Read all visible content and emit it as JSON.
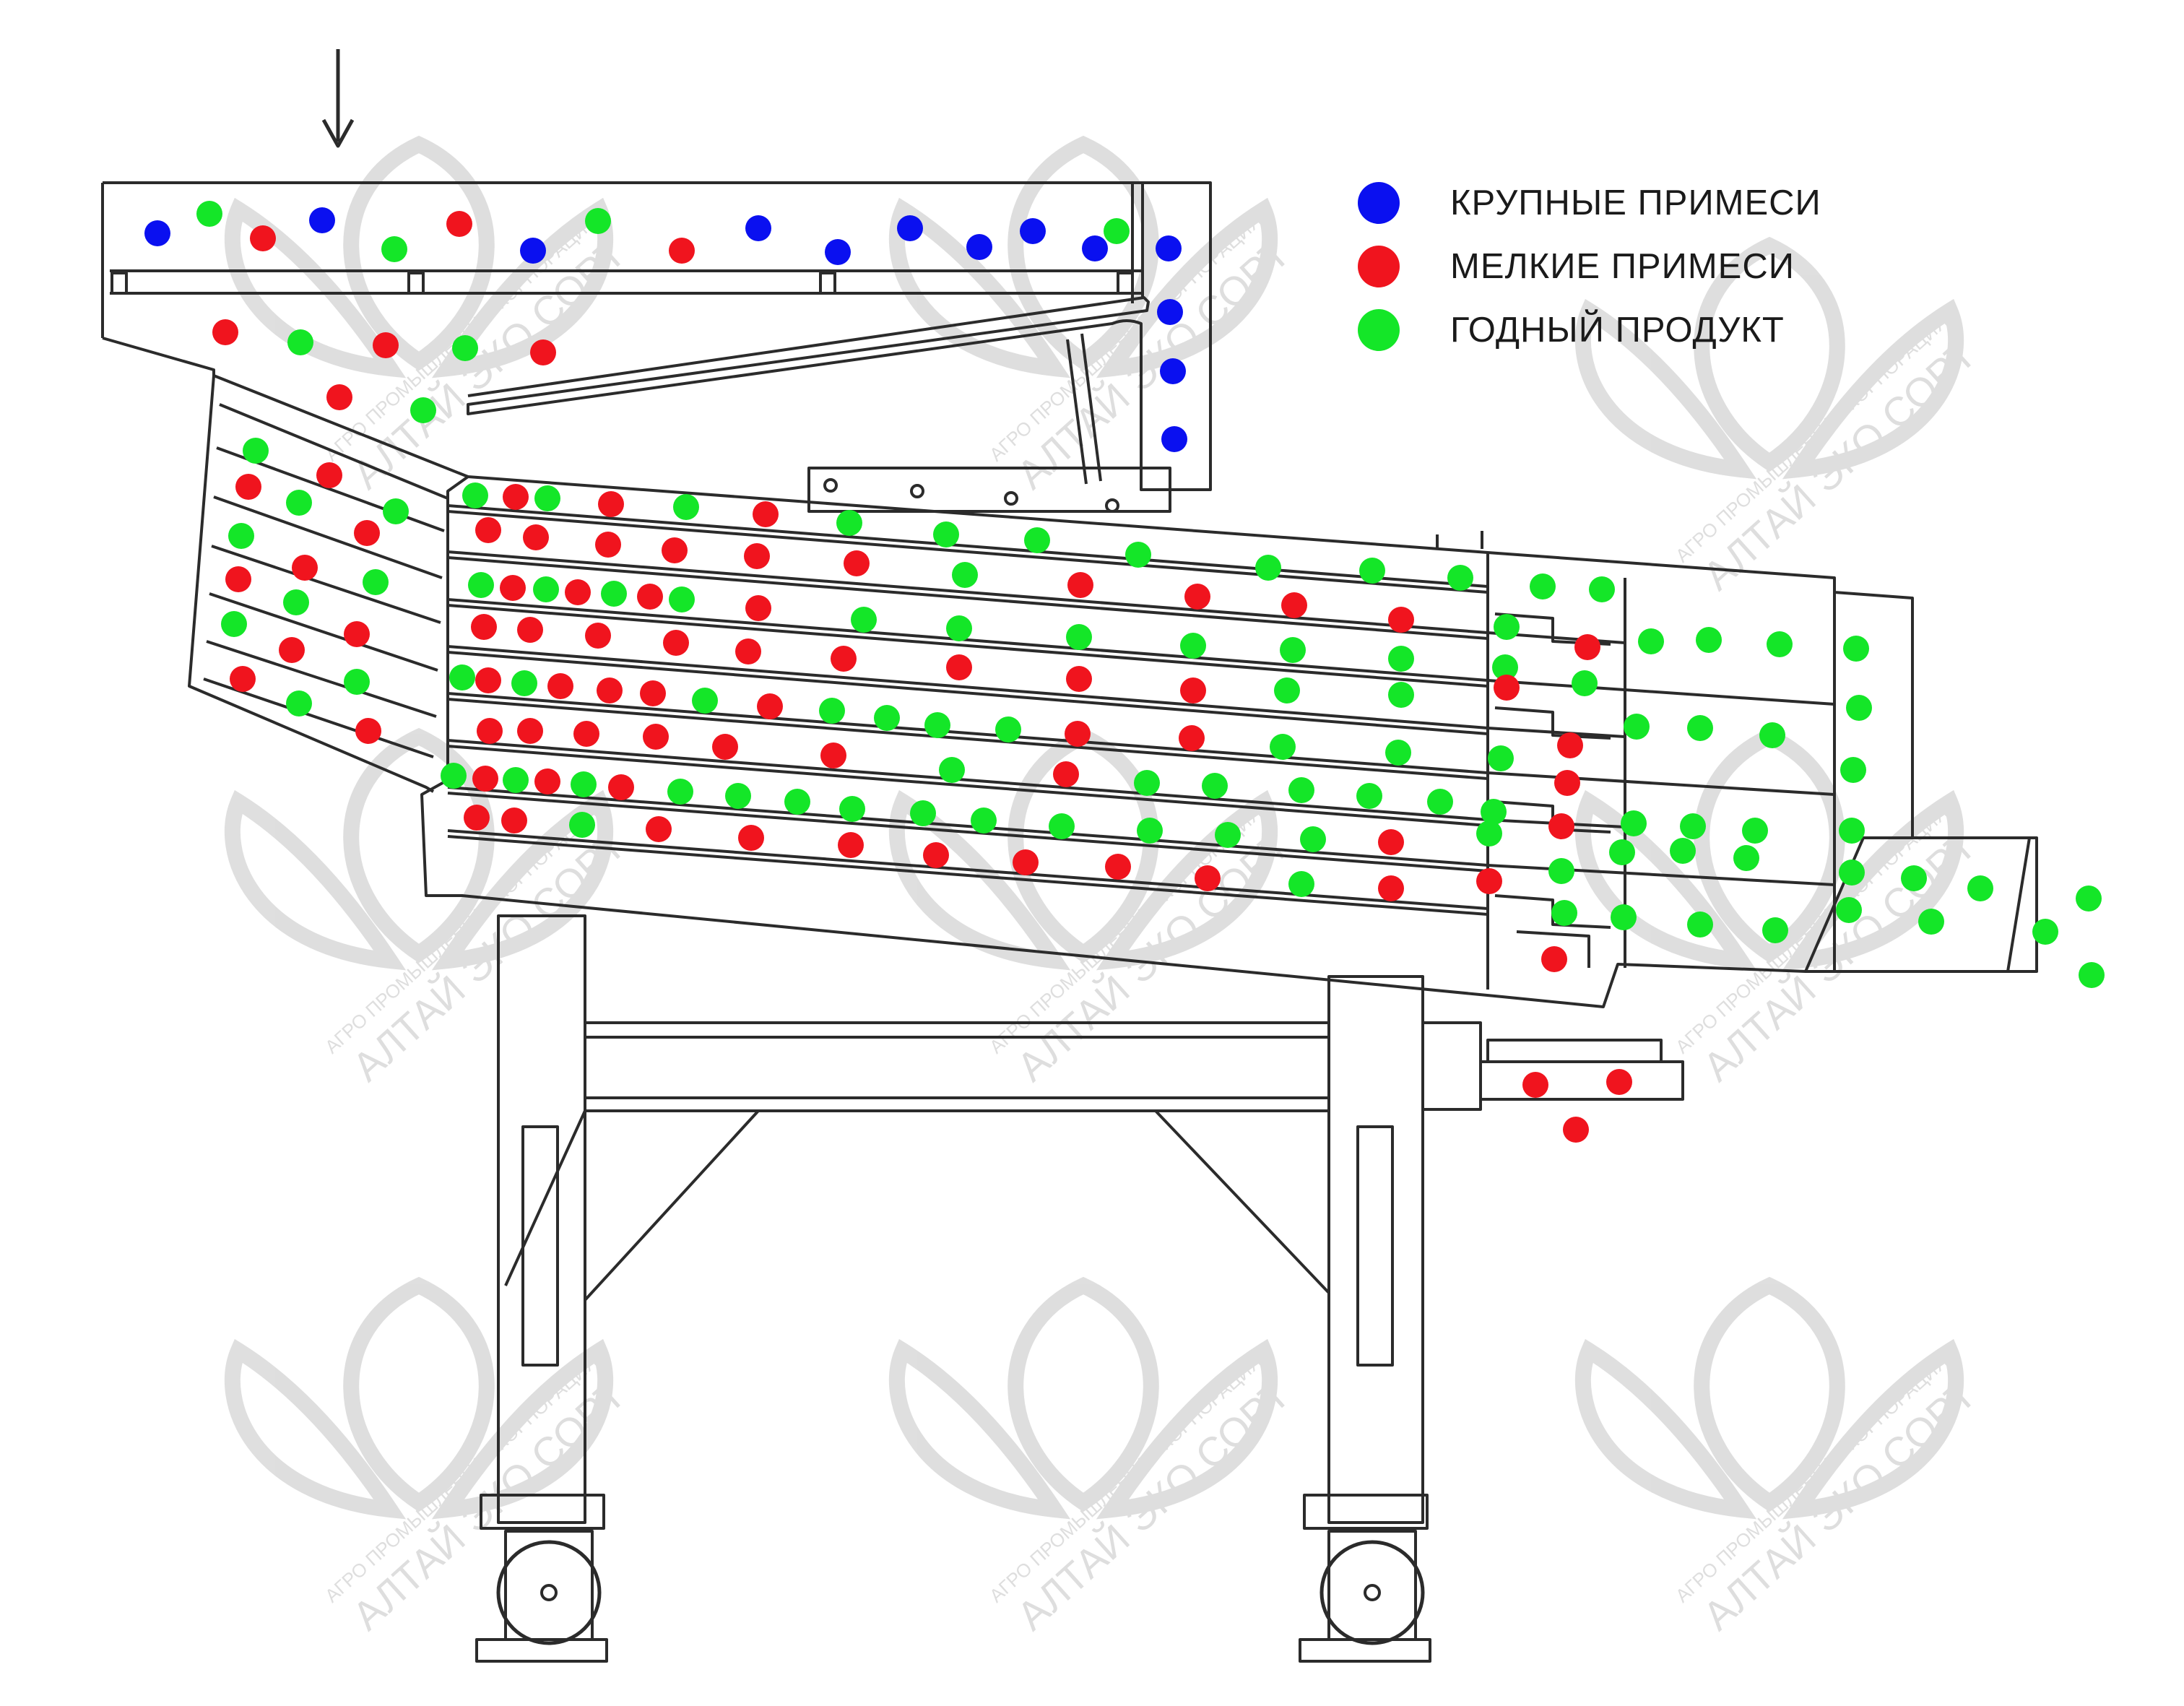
{
  "legend": [
    {
      "label": "КРУПНЫЕ ПРИМЕСИ",
      "color": "#0a10f0"
    },
    {
      "label": "МЕЛКИЕ ПРИМЕСИ",
      "color": "#f0141e"
    },
    {
      "label": "ГОДНЫЙ ПРОДУКТ",
      "color": "#14e628"
    }
  ],
  "watermark": {
    "line1": "АГРО ПРОМЫШЛЕННАЯ КОРПОРАЦИЯ",
    "line2": "АЛТАЙ ЭКО СОРТ"
  },
  "colors": {
    "large_impurities": "#0a10f0",
    "small_impurities": "#f0141e",
    "good_product": "#14e628",
    "line": "#2b2b2b",
    "watermark": "#d9d9d9"
  }
}
